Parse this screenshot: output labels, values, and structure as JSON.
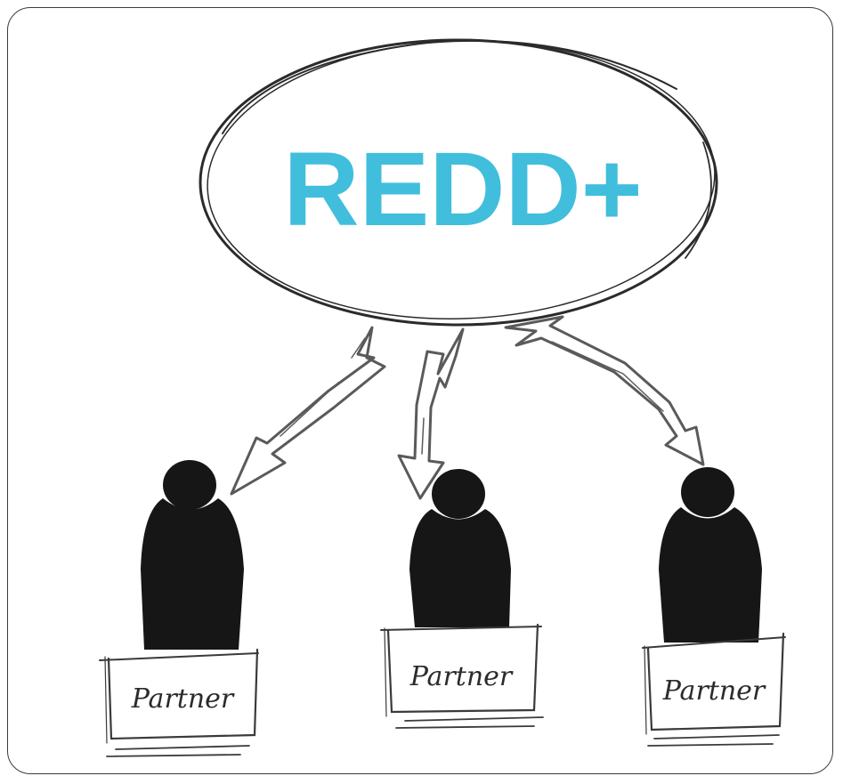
{
  "diagram": {
    "center_label": "REDD+",
    "partners": [
      {
        "label": "Partner"
      },
      {
        "label": "Partner"
      },
      {
        "label": "Partner"
      }
    ]
  },
  "colors": {
    "accent": "#41bedc",
    "ink": "#2b2b2b",
    "figure": "#161616"
  }
}
